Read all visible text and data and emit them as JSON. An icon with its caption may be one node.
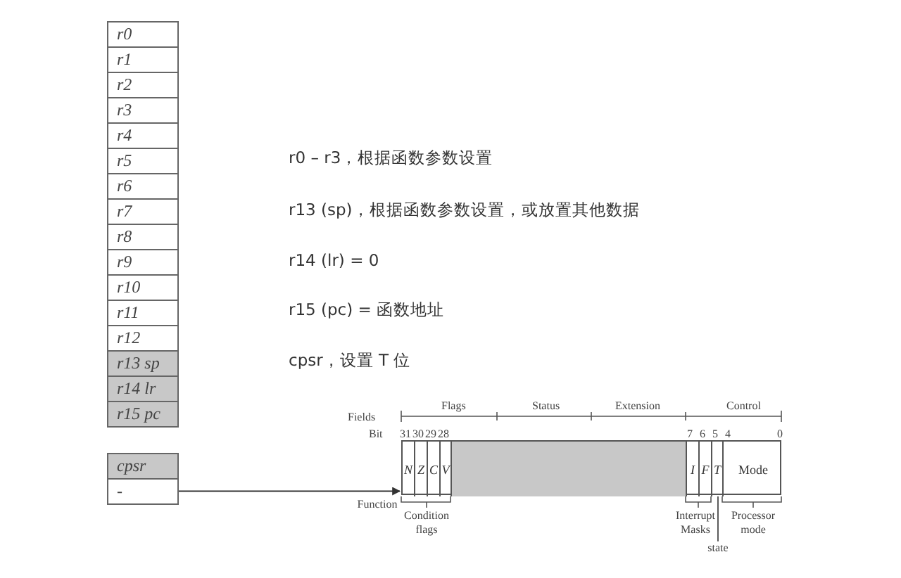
{
  "diagram": {
    "nodes": [
      {
        "text": [
          "r0"
        ]
      },
      {
        "text": [
          "r1"
        ]
      },
      {
        "text": [
          "r2"
        ]
      },
      {
        "text": [
          "r3"
        ]
      },
      {
        "text": [
          "r4"
        ]
      },
      {
        "text": [
          "r5"
        ]
      },
      {
        "text": [
          "r6"
        ]
      },
      {
        "text": [
          "r7"
        ]
      },
      {
        "text": [
          "r8"
        ]
      },
      {
        "text": [
          "r9"
        ]
      },
      {
        "text": [
          "r10"
        ]
      },
      {
        "text": [
          "r11"
        ]
      },
      {
        "text": [
          "r12"
        ]
      },
      {
        "text": [
          "r13 sp"
        ]
      },
      {
        "text": [
          "r14 lr"
        ]
      },
      {
        "text": [
          "r15 pc"
        ]
      },
      {
        "text": [
          "cpsr"
        ]
      },
      {
        "text": [
          "-"
        ]
      },
      {
        "text": [],
        "shape": "bar"
      },
      {
        "text": [
          "N"
        ],
        "in": 18
      },
      {
        "text": [
          "Z"
        ],
        "in": 18
      },
      {
        "text": [
          "C"
        ],
        "in": 18
      },
      {
        "text": [
          "V"
        ],
        "in": 18
      },
      {
        "text": [],
        "shape": "box",
        "in": 18
      },
      {
        "text": [
          "I"
        ],
        "in": 18
      },
      {
        "text": [
          "F"
        ],
        "in": 18
      },
      {
        "text": [
          "T"
        ],
        "in": 18
      },
      {
        "text": [
          "Mode"
        ],
        "in": 18
      },
      {
        "text": [
          "state"
        ]
      }
    ],
    "edges": [
      {
        "from": 17,
        "to": 18,
        "arrow": "to"
      },
      {
        "from": 28,
        "to": 26,
        "arrow": "none"
      }
    ],
    "labels": [
      "r0 – r3，根据函数参数设置",
      "r13 (sp)，根据函数参数设置，或放置其他数据",
      "r14 (lr) = 0",
      "r15 (pc) =  函数地址",
      "cpsr，设置 T 位",
      "Flags",
      "Status",
      "Extension",
      "Control",
      "Fields",
      "Bit",
      "31",
      "30",
      "29",
      "28",
      "7",
      "6",
      "5",
      "4",
      "0",
      "Function",
      "Condition flags",
      "Interrupt Masks",
      "Processor mode"
    ]
  }
}
